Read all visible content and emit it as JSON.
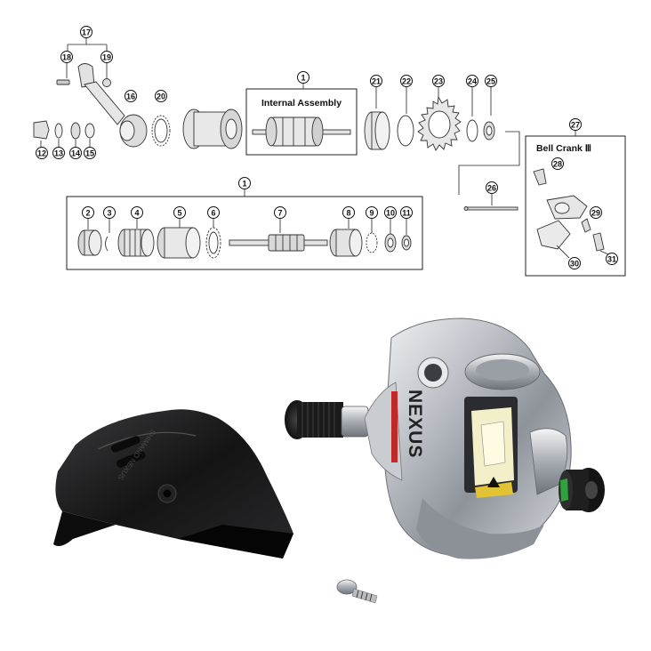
{
  "diagram": {
    "internal_assembly_title": "Internal Assembly",
    "bell_crank_title": "Bell Crank Ⅲ",
    "callouts": {
      "c1a": "1",
      "c1b": "1",
      "c2": "2",
      "c3": "3",
      "c4": "4",
      "c5": "5",
      "c6": "6",
      "c7": "7",
      "c8": "8",
      "c9": "9",
      "c10": "10",
      "c11": "11",
      "c12": "12",
      "c13": "13",
      "c14": "14",
      "c15": "15",
      "c16": "16",
      "c17": "17",
      "c18": "18",
      "c19": "19",
      "c20": "20",
      "c21": "21",
      "c22": "22",
      "c23": "23",
      "c24": "24",
      "c25": "25",
      "c26": "26",
      "c27": "27",
      "c28": "28",
      "c29": "29",
      "c30": "30",
      "c31": "31"
    }
  },
  "photo": {
    "brand_text": "NEXUS",
    "cover_emboss": "SHIMANO NEXUS"
  },
  "colors": {
    "metal": "#b8bcc2",
    "cover": "#1c1c1e",
    "brand_red": "#c0282a"
  }
}
